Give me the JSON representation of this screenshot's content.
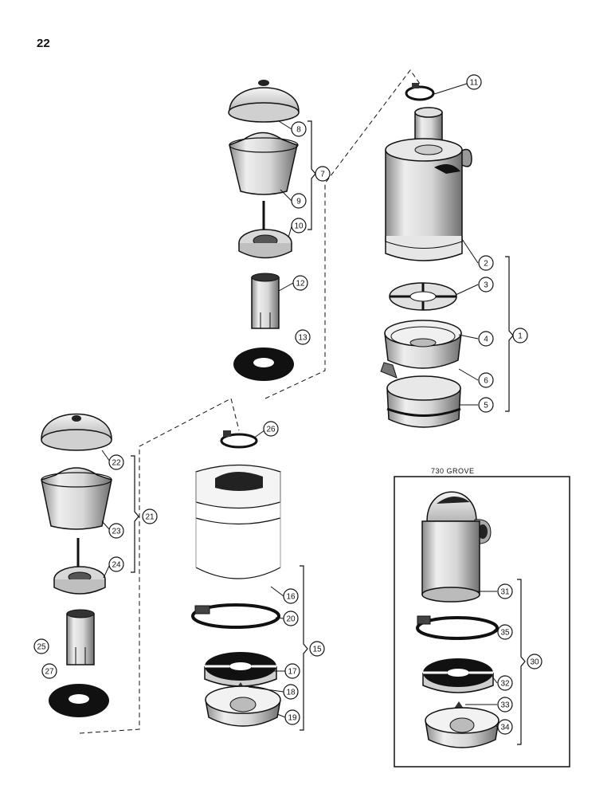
{
  "page_number": "22",
  "inset": {
    "title": "730 GROVE"
  },
  "callouts": [
    "1",
    "2",
    "3",
    "4",
    "5",
    "6",
    "7",
    "8",
    "9",
    "10",
    "11",
    "12",
    "13",
    "15",
    "16",
    "17",
    "18",
    "19",
    "20",
    "21",
    "22",
    "23",
    "24",
    "25",
    "26",
    "27",
    "30",
    "31",
    "32",
    "33",
    "34",
    "35"
  ],
  "colors": {
    "ink": "#111111",
    "shade": "#cfcfcf",
    "dark": "#1a1a1a",
    "paper": "#ffffff"
  }
}
